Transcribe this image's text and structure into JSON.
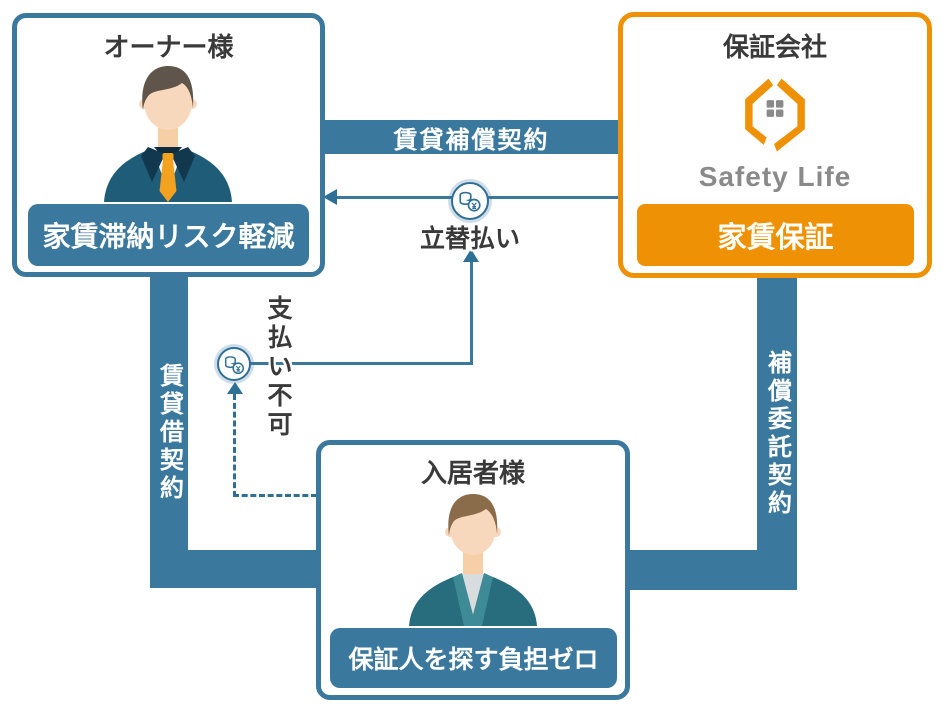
{
  "palette": {
    "blue": "#3A789E",
    "blue_dark": "#2E6F96",
    "orange": "#EF9105",
    "ink": "#3A3A3A",
    "gray": "#8A8A8A"
  },
  "owner": {
    "title": "オーナー様",
    "benefit": "家賃滞納リスク軽減"
  },
  "guarantor": {
    "title": "保証会社",
    "brand": "Safety Life",
    "benefit": "家賃保証"
  },
  "tenant": {
    "title": "入居者様",
    "benefit": "保証人を探す負担ゼロ"
  },
  "links": {
    "rent_compensation": "賃貸補償契約",
    "advance_payment": "立替払い",
    "no_payment": "支払い不可",
    "lease": "賃貸借契約",
    "entrustment": "補償委託契約"
  },
  "icons": {
    "coin": "coin-stack-icon",
    "logo": "house-brackets-icon"
  }
}
